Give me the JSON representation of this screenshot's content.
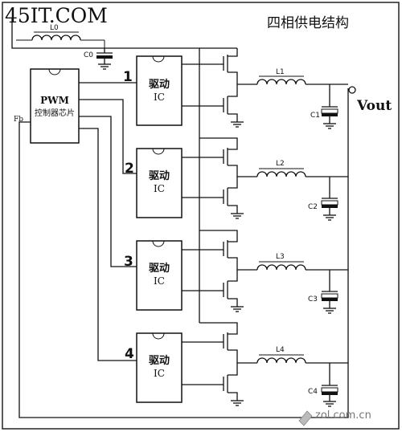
{
  "watermark_top": "45IT.COM",
  "watermark_bottom": "zol.com.cn",
  "title": "四相供电结构",
  "pwm": {
    "line1": "PWM",
    "line2": "控制器芯片",
    "pin": "Fb"
  },
  "input": {
    "inductor": "L0",
    "cap": "C0"
  },
  "output": "Vout",
  "phases": [
    {
      "num": "1",
      "driver_line1": "驱动",
      "driver_line2": "IC",
      "inductor": "L1",
      "cap": "C1"
    },
    {
      "num": "2",
      "driver_line1": "驱动",
      "driver_line2": "IC",
      "inductor": "L2",
      "cap": "C2"
    },
    {
      "num": "3",
      "driver_line1": "驱动",
      "driver_line2": "IC",
      "inductor": "L3",
      "cap": "C3"
    },
    {
      "num": "4",
      "driver_line1": "驱动",
      "driver_line2": "IC",
      "inductor": "L4",
      "cap": "C4"
    }
  ]
}
